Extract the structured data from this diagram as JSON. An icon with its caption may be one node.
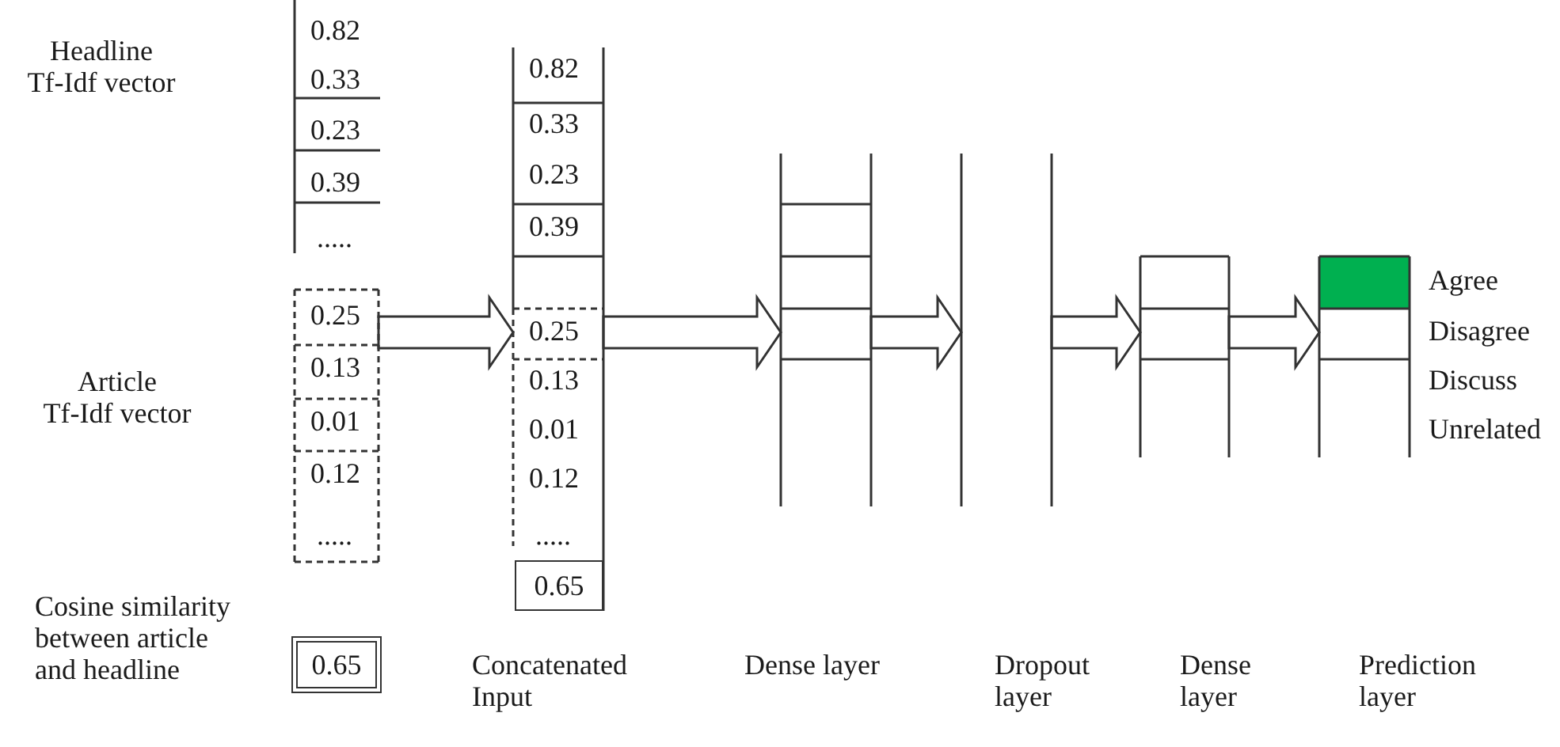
{
  "diagram": {
    "nodes": [
      {
        "text": [
          "0.82",
          "0.33",
          "0.23",
          "0.39",
          "....."
        ]
      },
      {
        "text": [
          "0.25",
          "0.13",
          "0.01",
          "0.12",
          "....."
        ],
        "beside": [
          "Article Tf-Idf vector"
        ]
      },
      {
        "text": [
          "0.65"
        ],
        "beside": [
          "Cosine similarity between article and headline"
        ]
      },
      {
        "text": [
          "0.82",
          "0.33",
          "0.23",
          "0.39",
          "0.25",
          "0.13",
          "0.01",
          "0.12",
          "....."
        ],
        "beside": [
          "Concatenated Input"
        ]
      },
      {
        "text": [
          "0.65"
        ],
        "in": 3
      },
      {
        "text": [],
        "shape": "box"
      },
      {
        "text": [],
        "shape": "box"
      },
      {
        "text": [],
        "shape": "box"
      },
      {
        "text": [],
        "shape": "box",
        "beside": [
          "Agree",
          "Disagree",
          "Discuss",
          "Unrelated"
        ]
      }
    ],
    "edges": [
      {
        "from": 1,
        "to": 3,
        "arrow": "to"
      },
      {
        "from": 3,
        "to": 5,
        "arrow": "to"
      },
      {
        "from": 5,
        "to": 6,
        "arrow": "to"
      },
      {
        "from": 6,
        "to": 7,
        "arrow": "to"
      },
      {
        "from": 7,
        "to": 8,
        "arrow": "to"
      }
    ],
    "labels": [
      "Headline Tf-Idf vector",
      "Dense layer",
      "Dropout layer",
      "Dense layer",
      "Prediction layer"
    ]
  }
}
